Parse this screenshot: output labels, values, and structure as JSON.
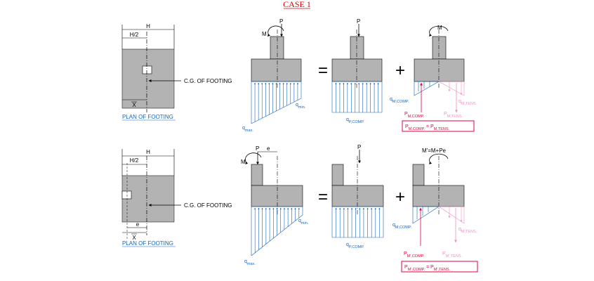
{
  "title": "CASE 1",
  "case1": {
    "dim_h": "H",
    "dim_h2": "H/2",
    "xbar": "X",
    "cg_label": "C.G. OF FOOTING",
    "plan_label": "PLAN OF FOOTING",
    "load_p": "P",
    "load_m": "M",
    "q_min": "q",
    "q_min_sub": "min.",
    "q_max": "q",
    "q_max_sub": "max.",
    "q_pcomp": "q",
    "q_pcomp_sub": "P,COMP.",
    "q_mcomp": "q",
    "q_mcomp_sub": "M,COMP.",
    "q_mtens": "q",
    "q_mtens_sub": "M,TENS.",
    "p_mcomp": "P",
    "p_mcomp_sub": "M,COMP.",
    "p_mtens": "P",
    "p_mtens_sub": "M,TENS.",
    "equation": "P",
    "equation_sub1": "M,COMP.",
    "equation_mid": " = P",
    "equation_sub2": "M,TENS.",
    "equals": "=",
    "plus": "+"
  },
  "case2": {
    "dim_h": "H",
    "dim_h2": "H/2",
    "dim_e": "e",
    "xbar": "X",
    "cg_label": "C.G. OF FOOTING",
    "plan_label": "PLAN OF FOOTING",
    "load_p": "P",
    "load_m": "M",
    "load_e": "e",
    "mprime": "M'=M+Pe",
    "q_min": "q",
    "q_min_sub": "min.",
    "q_max": "q",
    "q_max_sub": "max.",
    "q_pcomp": "q",
    "q_pcomp_sub": "P,COMP.",
    "q_mcomp": "q",
    "q_mcomp_sub": "M,COMP.",
    "q_mtens": "q",
    "q_mtens_sub": "M,TENS.",
    "p_mcomp": "P",
    "p_mcomp_sub": "M',COMP.",
    "p_mtens": "P",
    "p_mtens_sub": "M',TENS.",
    "equation": "P",
    "equation_sub1": "M',COMP.",
    "equation_mid": " = P",
    "equation_sub2": "M',TENS.",
    "equals": "=",
    "plus": "+"
  },
  "colors": {
    "concrete": "#b3b3b3",
    "pressure": "#1565c0",
    "compression": "#e0003c",
    "tension": "#f090c0",
    "title": "#e00000"
  }
}
